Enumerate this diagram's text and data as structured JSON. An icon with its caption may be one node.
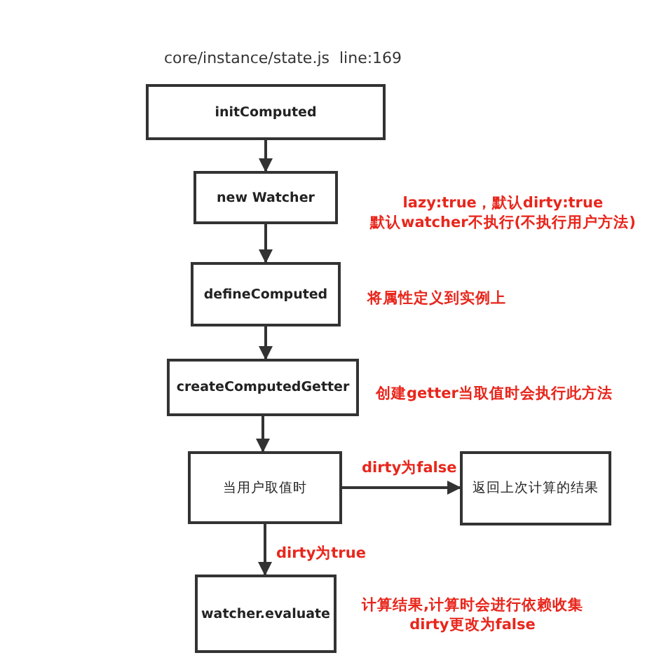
{
  "diagram": {
    "title": "core/instance/state.js  line:169",
    "nodes": [
      {
        "text": [
          "initComputed"
        ]
      },
      {
        "text": [
          "new Watcher"
        ],
        "beside": [
          "lazy:true，默认dirty:true",
          "默认watcher不执行(不执行用户方法)"
        ]
      },
      {
        "text": [
          "defineComputed"
        ],
        "beside": [
          "将属性定义到实例上"
        ]
      },
      {
        "text": [
          "createComputedGetter"
        ],
        "beside": [
          "创建getter当取值时会执行此方法"
        ]
      },
      {
        "text": [
          "当用户取值时"
        ]
      },
      {
        "text": [
          "返回上次计算的结果"
        ]
      },
      {
        "text": [
          "watcher.evaluate"
        ],
        "beside": [
          "计算结果,计算时会进行依赖收集",
          "dirty更改为false"
        ]
      }
    ],
    "edges": [
      {
        "from": 0,
        "to": 1,
        "arrow": "to"
      },
      {
        "from": 1,
        "to": 2,
        "arrow": "to"
      },
      {
        "from": 2,
        "to": 3,
        "arrow": "to"
      },
      {
        "from": 3,
        "to": 4,
        "arrow": "to"
      },
      {
        "from": 4,
        "to": 5,
        "arrow": "to",
        "label": "dirty为false"
      },
      {
        "from": 4,
        "to": 6,
        "arrow": "to",
        "label": "dirty为true"
      }
    ]
  }
}
